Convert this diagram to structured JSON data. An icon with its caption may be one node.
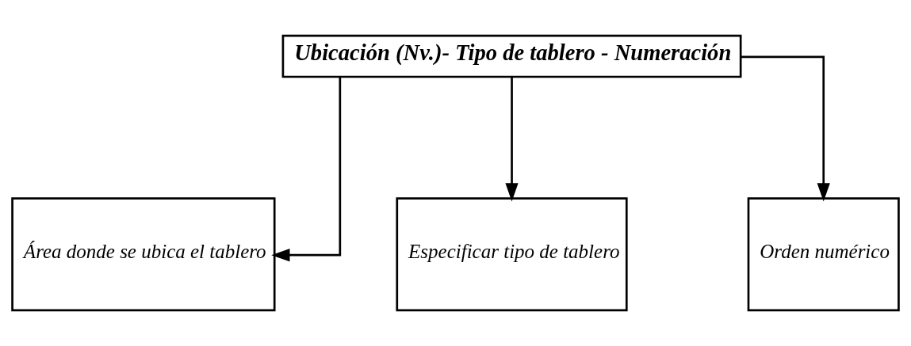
{
  "diagram": {
    "nodes": [
      {
        "text": [
          "Ubicación (Nv.)- Tipo de tablero - Numeración"
        ]
      },
      {
        "text": [
          "Área donde se ubica el tablero"
        ]
      },
      {
        "text": [
          "Especificar tipo de tablero"
        ]
      },
      {
        "text": [
          "Orden numérico"
        ]
      }
    ],
    "edges": [
      {
        "from": 0,
        "to": 1,
        "arrow": "to"
      },
      {
        "from": 0,
        "to": 2,
        "arrow": "to"
      },
      {
        "from": 0,
        "to": 3,
        "arrow": "to"
      }
    ]
  }
}
